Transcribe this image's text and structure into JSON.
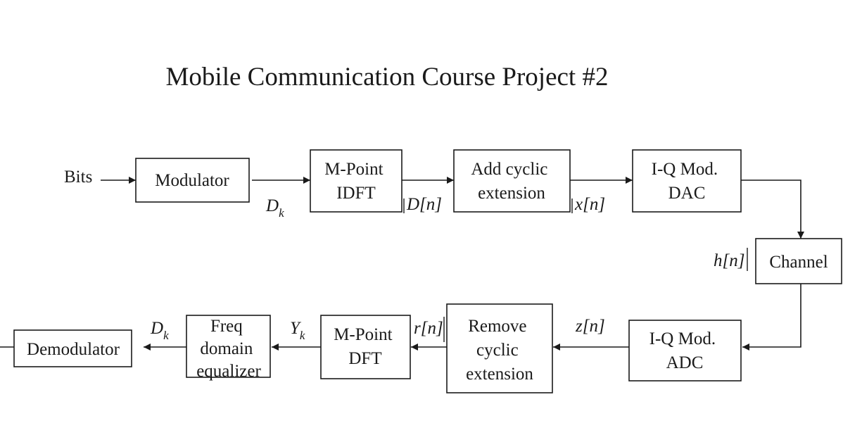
{
  "title": "Mobile Communication Course Project #2",
  "blocks": {
    "modulator": [
      "Modulator"
    ],
    "idft": [
      "M-Point",
      "IDFT"
    ],
    "add_cp": [
      "Add cyclic",
      "extension"
    ],
    "iq_dac": [
      "I-Q Mod.",
      "DAC"
    ],
    "channel": [
      "Channel"
    ],
    "iq_adc": [
      "I-Q Mod.",
      "ADC"
    ],
    "remove_cp": [
      "Remove",
      "cyclic",
      "extension"
    ],
    "dft": [
      "M-Point",
      "DFT"
    ],
    "equalizer": [
      "Freq",
      "domain",
      "equalizer"
    ],
    "demodulator": [
      "Demodulator"
    ]
  },
  "signals": {
    "bits": "Bits",
    "dk_tx_base": "D",
    "dk_tx_sub": "k",
    "dn_tx": "D[n]",
    "xn": "x[n]",
    "hn": "h[n]",
    "zn": "z[n]",
    "rn": "r[n]",
    "yk_base": "Y",
    "yk_sub": "k",
    "dk_rx_base": "D",
    "dk_rx_sub": "k"
  }
}
